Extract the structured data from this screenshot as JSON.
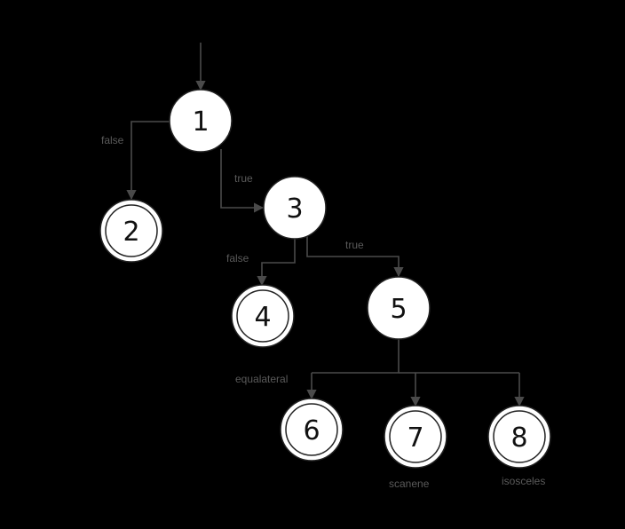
{
  "colors": {
    "background": "#000000",
    "node_fill": "#ffffff",
    "node_stroke": "#222222",
    "edge": "#4a4a4a",
    "label_text": "#5a5a5a"
  },
  "nodes": [
    {
      "id": "n1",
      "label": "1",
      "final": false
    },
    {
      "id": "n2",
      "label": "2",
      "final": true
    },
    {
      "id": "n3",
      "label": "3",
      "final": false
    },
    {
      "id": "n4",
      "label": "4",
      "final": true
    },
    {
      "id": "n5",
      "label": "5",
      "final": false
    },
    {
      "id": "n6",
      "label": "6",
      "final": true
    },
    {
      "id": "n7",
      "label": "7",
      "final": true
    },
    {
      "id": "n8",
      "label": "8",
      "final": true
    }
  ],
  "edges": [
    {
      "id": "start",
      "from": null,
      "to": "n1",
      "label": ""
    },
    {
      "id": "e1-2",
      "from": "n1",
      "to": "n2",
      "label": "false"
    },
    {
      "id": "e1-3",
      "from": "n1",
      "to": "n3",
      "label": "true"
    },
    {
      "id": "e3-4",
      "from": "n3",
      "to": "n4",
      "label": "false"
    },
    {
      "id": "e3-5",
      "from": "n3",
      "to": "n5",
      "label": "true"
    },
    {
      "id": "e5-6",
      "from": "n5",
      "to": "n6",
      "label": "equalateral"
    },
    {
      "id": "e5-7",
      "from": "n5",
      "to": "n7",
      "label": "scanene"
    },
    {
      "id": "e5-8",
      "from": "n5",
      "to": "n8",
      "label": "isosceles"
    }
  ]
}
